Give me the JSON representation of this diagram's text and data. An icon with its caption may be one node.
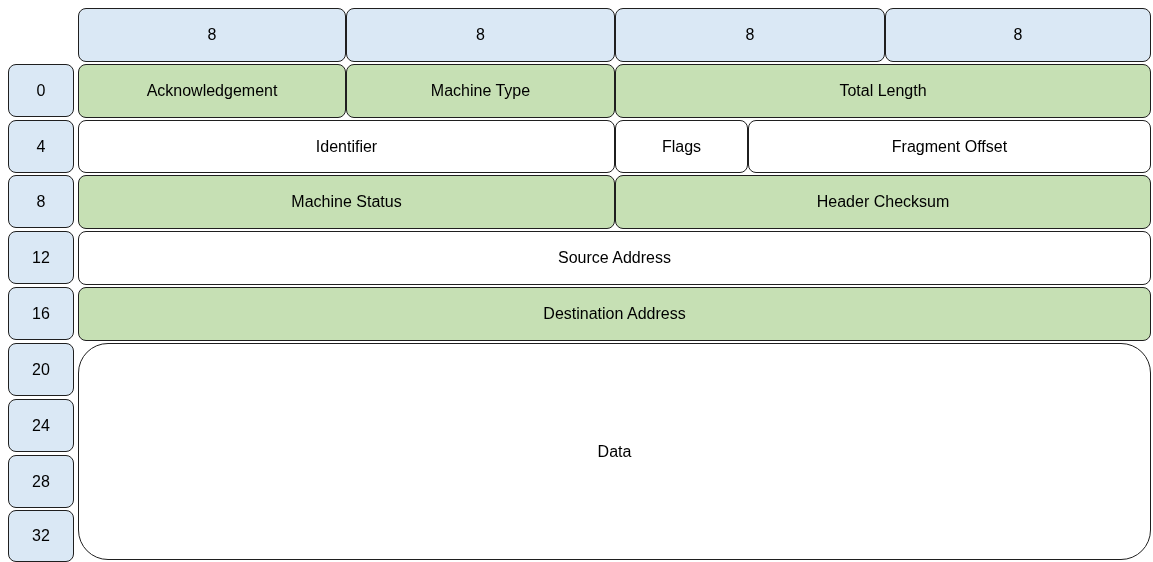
{
  "diagram": {
    "nodes": [
      {
        "text": [
          "8"
        ]
      },
      {
        "text": [
          "8"
        ]
      },
      {
        "text": [
          "8"
        ]
      },
      {
        "text": [
          "8"
        ]
      },
      {
        "text": [
          "0"
        ]
      },
      {
        "text": [
          "Acknowledgement"
        ]
      },
      {
        "text": [
          "Machine Type"
        ]
      },
      {
        "text": [
          "Total Length"
        ]
      },
      {
        "text": [
          "4"
        ]
      },
      {
        "text": [
          "Identifier"
        ]
      },
      {
        "text": [
          "Flags"
        ]
      },
      {
        "text": [
          "Fragment Offset"
        ]
      },
      {
        "text": [
          "8"
        ]
      },
      {
        "text": [
          "Machine Status"
        ]
      },
      {
        "text": [
          "Header Checksum"
        ]
      },
      {
        "text": [
          "12"
        ]
      },
      {
        "text": [
          "Source Address"
        ]
      },
      {
        "text": [
          "16"
        ]
      },
      {
        "text": [
          "Destination Address"
        ]
      },
      {
        "text": [
          "20"
        ]
      },
      {
        "text": [
          "Data"
        ]
      },
      {
        "text": [
          "24"
        ]
      },
      {
        "text": [
          "28"
        ]
      },
      {
        "text": [
          "32"
        ]
      }
    ]
  }
}
